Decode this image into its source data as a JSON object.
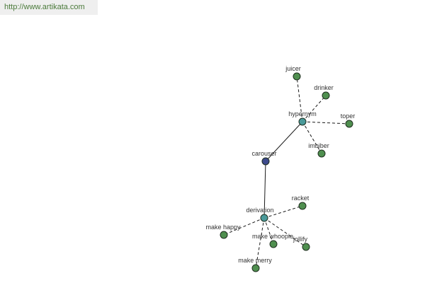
{
  "source": {
    "url_text": "http://www.artikata.com"
  },
  "colors": {
    "root": "#3d4a8c",
    "hub": "#4a9a9a",
    "leaf": "#4f8f4f",
    "url_bar_bg": "#efefef",
    "url_text": "#4a7a3a"
  },
  "graph": {
    "nodes": [
      {
        "id": "carouser",
        "label": "carouser",
        "kind": "root"
      },
      {
        "id": "hypernym",
        "label": "hypernym",
        "kind": "hub"
      },
      {
        "id": "derivation",
        "label": "derivation",
        "kind": "hub"
      },
      {
        "id": "juicer",
        "label": "juicer",
        "kind": "leaf"
      },
      {
        "id": "drinker",
        "label": "drinker",
        "kind": "leaf"
      },
      {
        "id": "toper",
        "label": "toper",
        "kind": "leaf"
      },
      {
        "id": "imbiber",
        "label": "imbiber",
        "kind": "leaf"
      },
      {
        "id": "racket",
        "label": "racket",
        "kind": "leaf"
      },
      {
        "id": "make-happy",
        "label": "make happy",
        "kind": "leaf"
      },
      {
        "id": "make-whoopie",
        "label": "make whoopie",
        "kind": "leaf"
      },
      {
        "id": "jollify",
        "label": "jollify",
        "kind": "leaf"
      },
      {
        "id": "make-merry",
        "label": "make merry",
        "kind": "leaf"
      }
    ],
    "edges": [
      {
        "from": "carouser",
        "to": "hypernym",
        "style": "solid"
      },
      {
        "from": "carouser",
        "to": "derivation",
        "style": "solid"
      },
      {
        "from": "hypernym",
        "to": "juicer",
        "style": "dashed"
      },
      {
        "from": "hypernym",
        "to": "drinker",
        "style": "dashed"
      },
      {
        "from": "hypernym",
        "to": "toper",
        "style": "dashed"
      },
      {
        "from": "hypernym",
        "to": "imbiber",
        "style": "dashed"
      },
      {
        "from": "derivation",
        "to": "racket",
        "style": "dashed"
      },
      {
        "from": "derivation",
        "to": "make-happy",
        "style": "dashed"
      },
      {
        "from": "derivation",
        "to": "make-whoopie",
        "style": "dashed"
      },
      {
        "from": "derivation",
        "to": "jollify",
        "style": "dashed"
      },
      {
        "from": "derivation",
        "to": "make-merry",
        "style": "dashed"
      }
    ]
  }
}
